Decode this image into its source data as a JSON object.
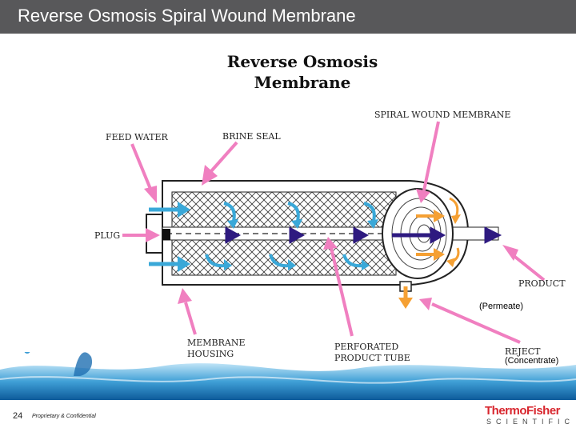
{
  "slide": {
    "title": "Reverse Osmosis Spiral Wound Membrane",
    "page_number": "24",
    "confidential": "Proprietary & Confidential",
    "logo_line1": "ThermoFisher",
    "logo_line2": "SCIENTIFIC"
  },
  "diagram": {
    "heading_line1": "Reverse Osmosis",
    "heading_line2": "Membrane",
    "labels": {
      "feed_water": "FEED WATER",
      "brine_seal": "BRINE SEAL",
      "spiral_wound_membrane": "SPIRAL WOUND MEMBRANE",
      "plug": "PLUG",
      "product": "PRODUCT",
      "membrane_housing_1": "MEMBRANE",
      "membrane_housing_2": "HOUSING",
      "perforated_1": "PERFORATED",
      "perforated_2": "PRODUCT TUBE",
      "reject": "REJECT"
    },
    "annotations": {
      "permeate": "(Permeate)",
      "concentrate": "(Concentrate)"
    },
    "colors": {
      "pointer_arrow": "#f07fc0",
      "feed_arrow": "#3aa8d8",
      "permeate_arrow": "#2e1a80",
      "concentrate_arrow": "#f5a033",
      "title_bar": "#58585a"
    }
  }
}
